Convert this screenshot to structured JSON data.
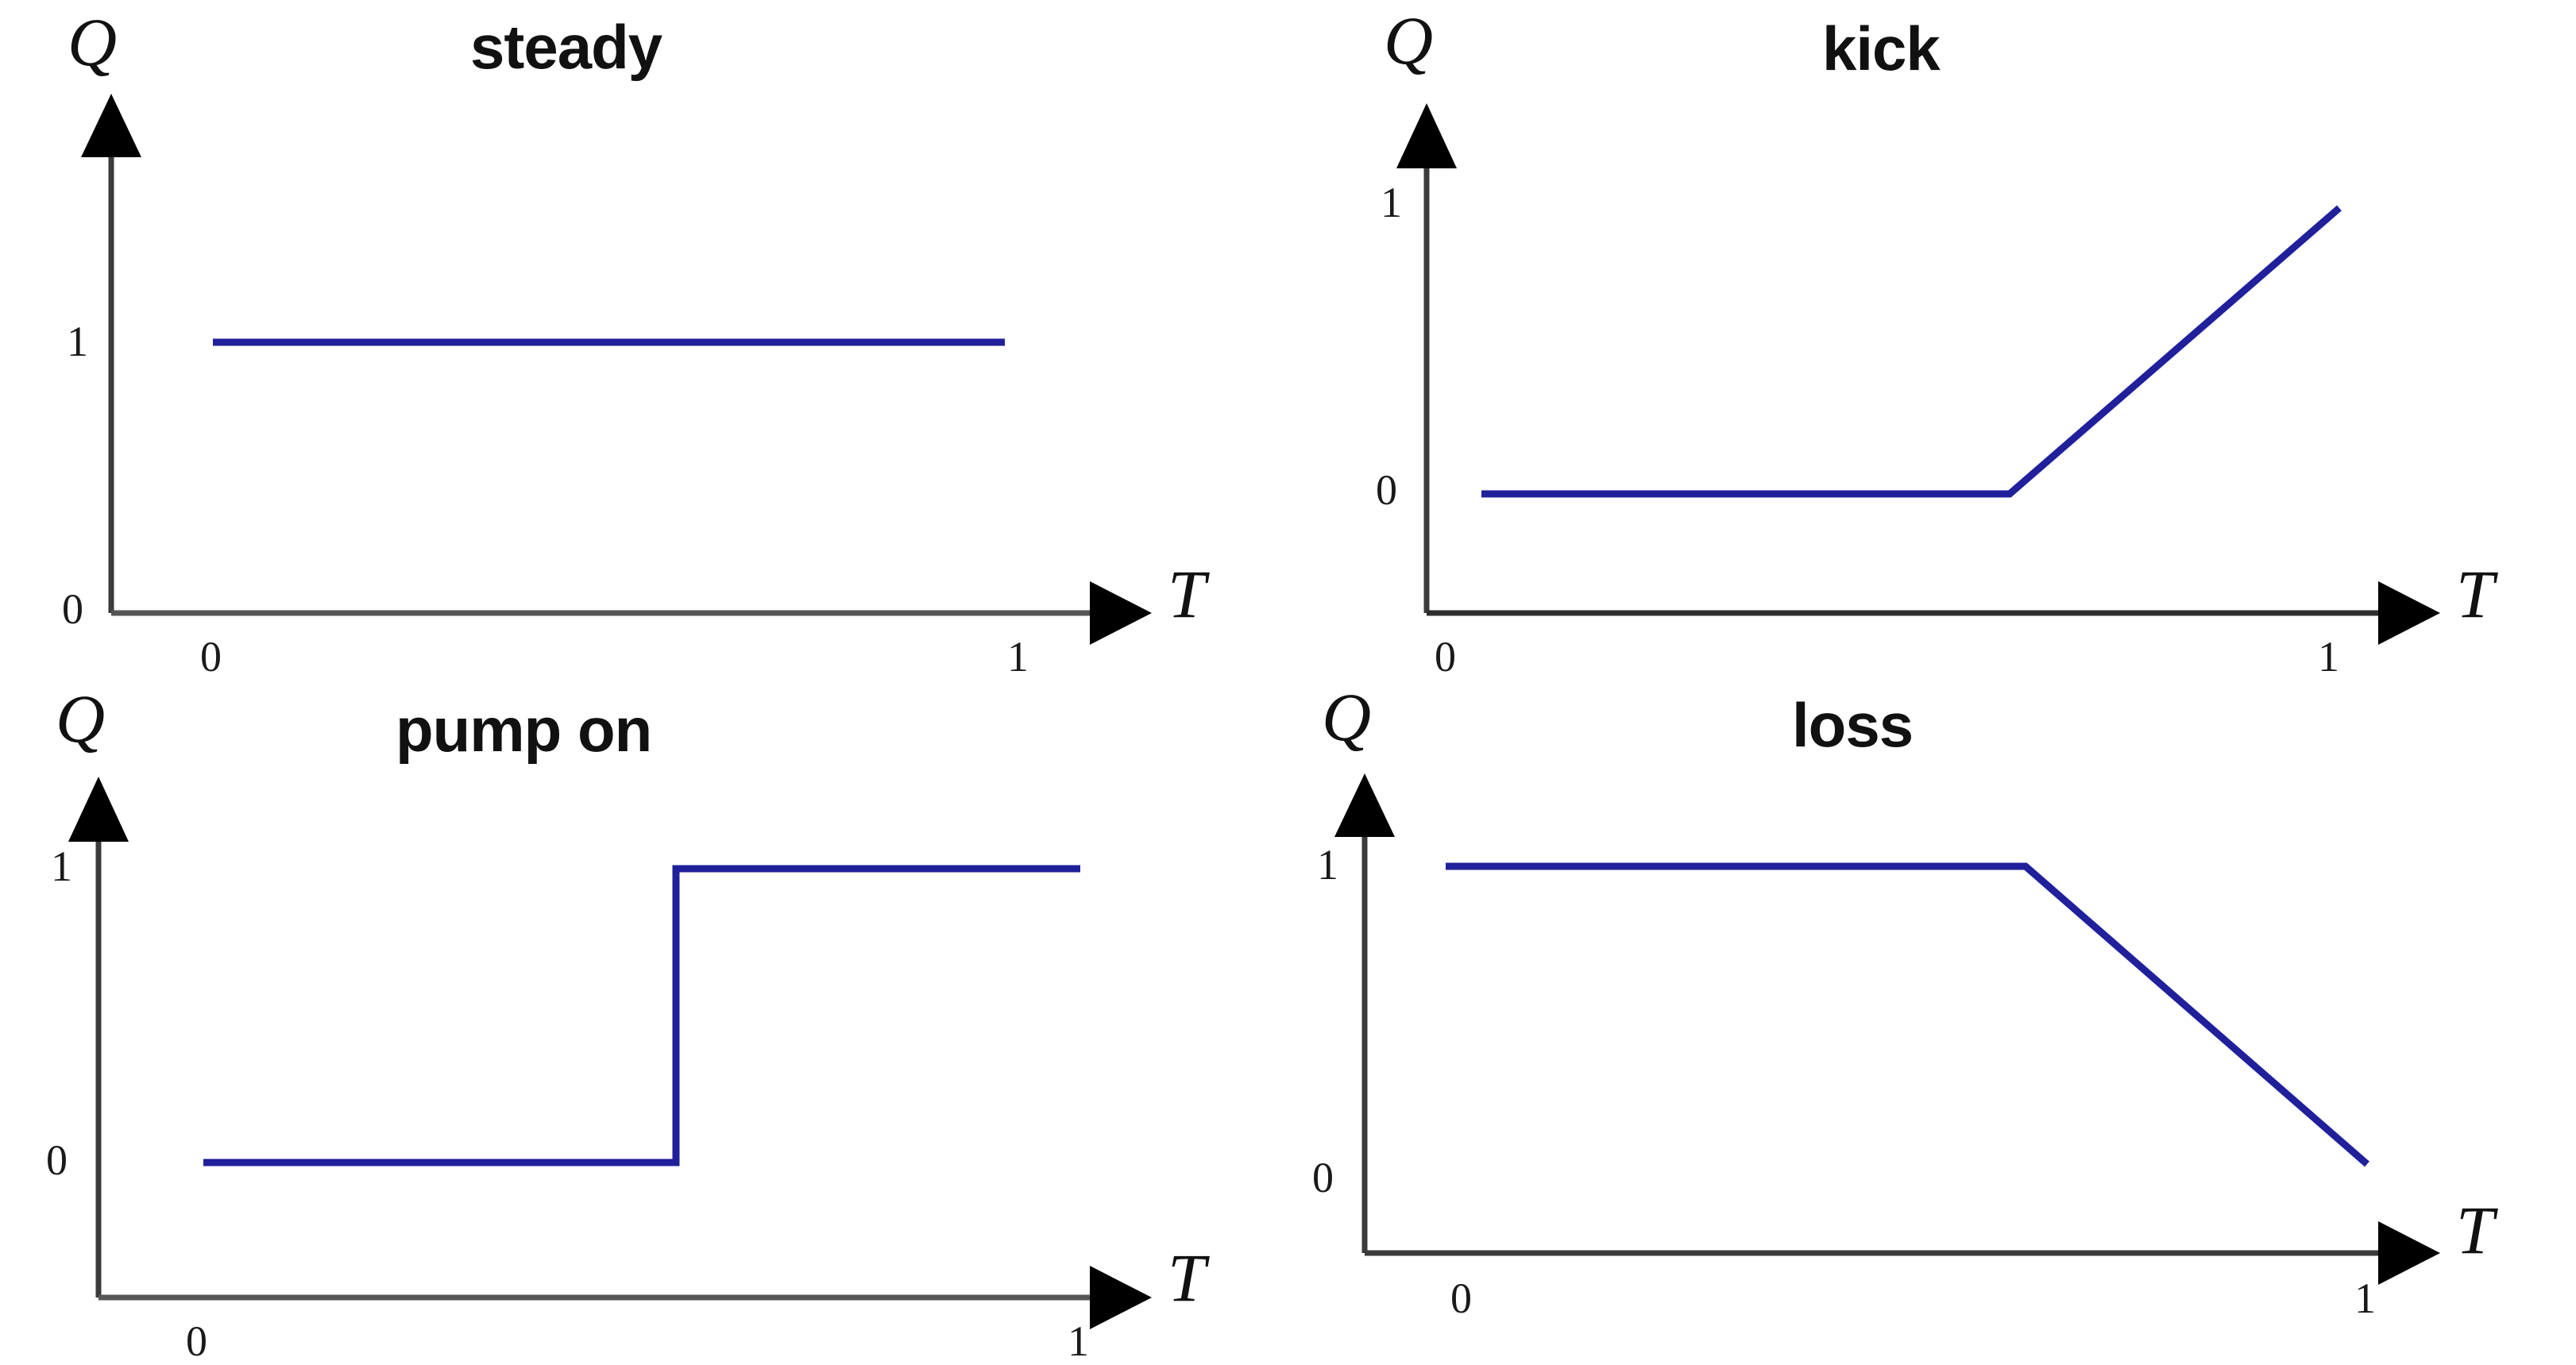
{
  "figure": {
    "background": "#ffffff",
    "line_color": "#20209b",
    "axis_color": "#3b3b3b",
    "text_color": "#111111",
    "layout": "2x2 grid of four schematic line plots"
  },
  "chart_data": [
    {
      "type": "line",
      "title": "steady",
      "xlabel": "T",
      "ylabel": "Q",
      "xticks": [
        "0",
        "1"
      ],
      "yticks": [
        "1",
        "0"
      ],
      "xtick_values": [
        0,
        1
      ],
      "ytick_values": [
        1,
        0
      ],
      "xlim": [
        0,
        1.12
      ],
      "ylim": [
        0,
        1.35
      ],
      "grid": false,
      "legend": "none",
      "x": [
        0,
        1
      ],
      "values": [
        1,
        1
      ],
      "annotation": "flat at Q = 1 across the whole interval"
    },
    {
      "type": "line",
      "title": "kick",
      "xlabel": "T",
      "ylabel": "Q",
      "xticks": [
        "0",
        "1"
      ],
      "yticks": [
        "1",
        "0"
      ],
      "xtick_values": [
        0,
        1
      ],
      "ytick_values": [
        1,
        0
      ],
      "xlim": [
        0,
        1.12
      ],
      "ylim": [
        0,
        1.35
      ],
      "grid": false,
      "legend": "none",
      "x": [
        0,
        0.56,
        1.0
      ],
      "values": [
        0,
        0,
        1
      ],
      "annotation": "flat at Q = 0 then ramps linearly up to Q = 1"
    },
    {
      "type": "line",
      "title": "pump on",
      "xlabel": "T",
      "ylabel": "Q",
      "xticks": [
        "0",
        "1"
      ],
      "yticks": [
        "1",
        "0"
      ],
      "xtick_values": [
        0,
        1
      ],
      "ytick_values": [
        1,
        0
      ],
      "xlim": [
        0,
        1.12
      ],
      "ylim": [
        0,
        1.35
      ],
      "grid": false,
      "legend": "none",
      "x": [
        0,
        0.5,
        0.5,
        1.0
      ],
      "values": [
        0,
        0,
        1,
        1
      ],
      "annotation": "step function: Q = 0 then jumps to Q = 1"
    },
    {
      "type": "line",
      "title": "loss",
      "xlabel": "T",
      "ylabel": "Q",
      "xticks": [
        "0",
        "1"
      ],
      "yticks": [
        "1",
        "0"
      ],
      "xtick_values": [
        0,
        1
      ],
      "ytick_values": [
        1,
        0
      ],
      "xlim": [
        0,
        1.12
      ],
      "ylim": [
        0,
        1.35
      ],
      "grid": false,
      "legend": "none",
      "x": [
        0,
        0.56,
        1.0
      ],
      "values": [
        1,
        1,
        0.05
      ],
      "annotation": "flat at Q = 1 then decays linearly toward Q = 0"
    }
  ],
  "panels": [
    {
      "title": "steady",
      "y_axis_label": "Q",
      "x_axis_label": "T",
      "y_tick_top": "1",
      "y_tick_bottom": "0",
      "x_tick_left": "0",
      "x_tick_right": "1"
    },
    {
      "title": "kick",
      "y_axis_label": "Q",
      "x_axis_label": "T",
      "y_tick_top": "1",
      "y_tick_bottom": "0",
      "x_tick_left": "0",
      "x_tick_right": "1"
    },
    {
      "title": "pump on",
      "y_axis_label": "Q",
      "x_axis_label": "T",
      "y_tick_top": "1",
      "y_tick_bottom": "0",
      "x_tick_left": "0",
      "x_tick_right": "1"
    },
    {
      "title": "loss",
      "y_axis_label": "Q",
      "x_axis_label": "T",
      "y_tick_top": "1",
      "y_tick_bottom": "0",
      "x_tick_left": "0",
      "x_tick_right": "1"
    }
  ]
}
